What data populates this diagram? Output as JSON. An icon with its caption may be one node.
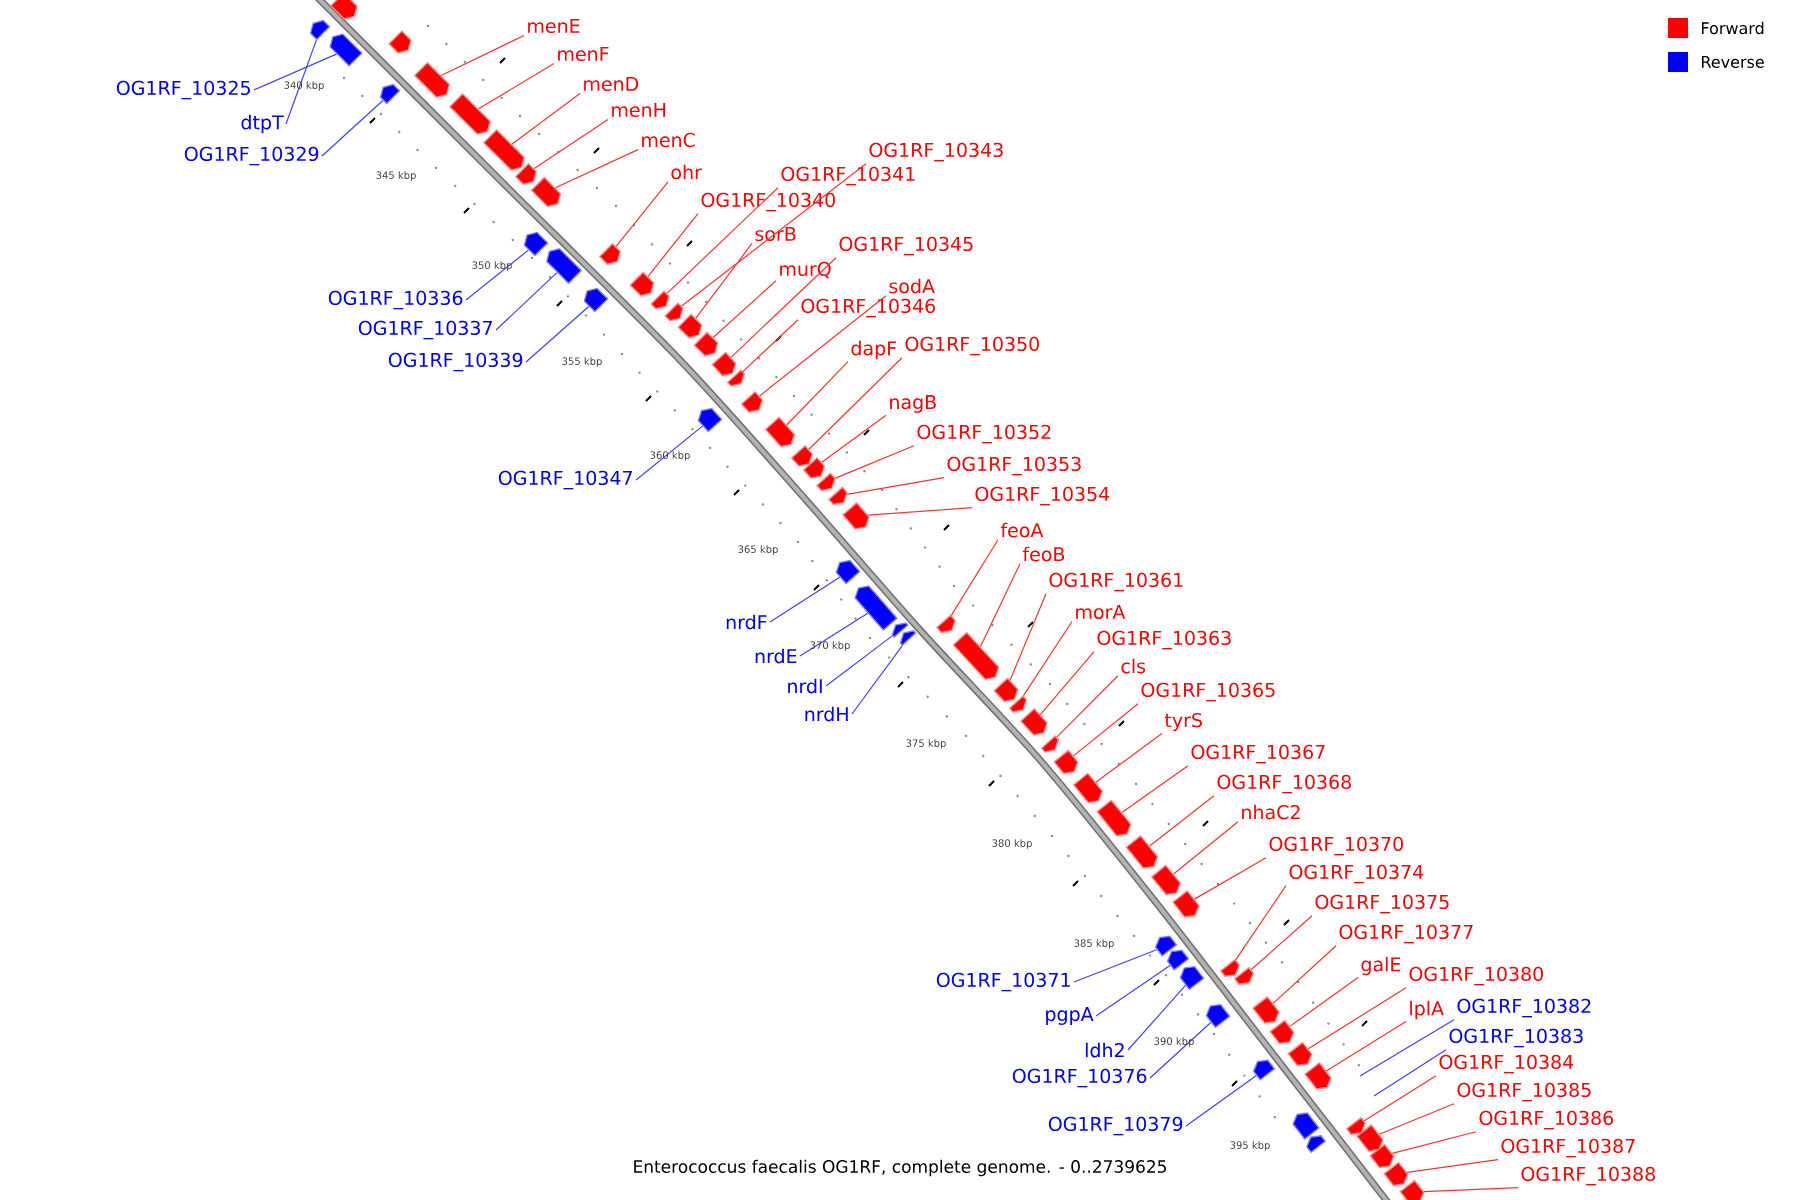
{
  "diagram": {
    "caption": "Enterococcus faecalis OG1RF, complete genome. - 0..2739625",
    "nodes": [
      {
        "text": [],
        "shape": "arrow"
      },
      {
        "text": [],
        "shape": "arrow"
      },
      {
        "text": [
          "OG1RF_10325"
        ]
      },
      {
        "text": [],
        "shape": "arrow"
      },
      {
        "text": [
          "dtpT"
        ]
      },
      {
        "text": [],
        "shape": "arrow"
      },
      {
        "text": [
          "menE"
        ]
      },
      {
        "text": [],
        "shape": "arrow"
      },
      {
        "text": [
          "OG1RF_10329"
        ]
      },
      {
        "text": [],
        "shape": "arrow"
      },
      {
        "text": [
          "menF"
        ]
      },
      {
        "text": [],
        "shape": "arrow"
      },
      {
        "text": [
          "menD"
        ]
      },
      {
        "text": [],
        "shape": "arrow"
      },
      {
        "text": [
          "menH"
        ]
      },
      {
        "text": [],
        "shape": "arrow"
      },
      {
        "text": [
          "menC"
        ]
      },
      {
        "text": [],
        "shape": "arrow"
      },
      {
        "text": [
          "OG1RF_10336"
        ]
      },
      {
        "text": [],
        "shape": "arrow"
      },
      {
        "text": [
          "ohr"
        ]
      },
      {
        "text": [],
        "shape": "arrow"
      },
      {
        "text": [
          "OG1RF_10337"
        ]
      },
      {
        "text": [],
        "shape": "arrow"
      },
      {
        "text": [
          "OG1RF_10340"
        ]
      },
      {
        "text": [],
        "shape": "arrow"
      },
      {
        "text": [
          "OG1RF_10341"
        ]
      },
      {
        "text": [],
        "shape": "arrow"
      },
      {
        "text": [
          "OG1RF_10339"
        ]
      },
      {
        "text": [],
        "shape": "arrow"
      },
      {
        "text": [
          "OG1RF_10343"
        ]
      },
      {
        "text": [],
        "shape": "arrow"
      },
      {
        "text": [
          "sorB"
        ]
      },
      {
        "text": [],
        "shape": "arrow"
      },
      {
        "text": [
          "murQ"
        ]
      },
      {
        "text": [],
        "shape": "arrow"
      },
      {
        "text": [
          "OG1RF_10345"
        ]
      },
      {
        "text": [],
        "shape": "arrow"
      },
      {
        "text": [
          "OG1RF_10346"
        ]
      },
      {
        "text": [],
        "shape": "arrow"
      },
      {
        "text": [
          "sodA"
        ]
      },
      {
        "text": [],
        "shape": "arrow"
      },
      {
        "text": [
          "OG1RF_10347"
        ]
      },
      {
        "text": [],
        "shape": "arrow"
      },
      {
        "text": [
          "dapF"
        ]
      },
      {
        "text": [],
        "shape": "arrow"
      },
      {
        "text": [
          "OG1RF_10350"
        ]
      },
      {
        "text": [],
        "shape": "arrow"
      },
      {
        "text": [
          "nagB"
        ]
      },
      {
        "text": [],
        "shape": "arrow"
      },
      {
        "text": [
          "OG1RF_10352"
        ]
      },
      {
        "text": [],
        "shape": "arrow"
      },
      {
        "text": [
          "OG1RF_10353"
        ]
      },
      {
        "text": [],
        "shape": "arrow"
      },
      {
        "text": [
          "OG1RF_10354"
        ]
      },
      {
        "text": [],
        "shape": "arrow"
      },
      {
        "text": [
          "nrdF"
        ]
      },
      {
        "text": [],
        "shape": "arrow"
      },
      {
        "text": [
          "nrdE"
        ]
      },
      {
        "text": [],
        "shape": "arrow"
      },
      {
        "text": [
          "nrdI"
        ]
      },
      {
        "text": [],
        "shape": "arrow"
      },
      {
        "text": [
          "nrdH"
        ]
      },
      {
        "text": [],
        "shape": "arrow"
      },
      {
        "text": [
          "feoA"
        ]
      },
      {
        "text": [],
        "shape": "arrow"
      },
      {
        "text": [
          "feoB"
        ]
      },
      {
        "text": [],
        "shape": "arrow"
      },
      {
        "text": [
          "OG1RF_10361"
        ]
      },
      {
        "text": [],
        "shape": "arrow"
      },
      {
        "text": [
          "morA"
        ]
      },
      {
        "text": [],
        "shape": "arrow"
      },
      {
        "text": [
          "OG1RF_10363"
        ]
      },
      {
        "text": [],
        "shape": "arrow"
      },
      {
        "text": [
          "cls"
        ]
      },
      {
        "text": [],
        "shape": "arrow"
      },
      {
        "text": [
          "OG1RF_10365"
        ]
      },
      {
        "text": [],
        "shape": "arrow"
      },
      {
        "text": [
          "tyrS"
        ]
      },
      {
        "text": [],
        "shape": "arrow"
      },
      {
        "text": [
          "OG1RF_10367"
        ]
      },
      {
        "text": [],
        "shape": "arrow"
      },
      {
        "text": [
          "OG1RF_10368"
        ]
      },
      {
        "text": [],
        "shape": "arrow"
      },
      {
        "text": [
          "nhaC2"
        ]
      },
      {
        "text": [],
        "shape": "arrow"
      },
      {
        "text": [
          "OG1RF_10370"
        ]
      },
      {
        "text": [],
        "shape": "arrow"
      },
      {
        "text": [
          "OG1RF_10371"
        ]
      },
      {
        "text": [],
        "shape": "arrow"
      },
      {
        "text": [
          "pgpA"
        ]
      },
      {
        "text": [],
        "shape": "arrow"
      },
      {
        "text": [
          "OG1RF_10374"
        ]
      },
      {
        "text": [],
        "shape": "arrow"
      },
      {
        "text": [
          "OG1RF_10375"
        ]
      },
      {
        "text": [],
        "shape": "arrow"
      },
      {
        "text": [
          "ldh2"
        ]
      },
      {
        "text": [],
        "shape": "arrow"
      },
      {
        "text": [
          "OG1RF_10377"
        ]
      },
      {
        "text": [],
        "shape": "arrow"
      },
      {
        "text": [
          "OG1RF_10376"
        ]
      },
      {
        "text": [],
        "shape": "arrow"
      },
      {
        "text": [
          "galE"
        ]
      },
      {
        "text": [],
        "shape": "arrow"
      },
      {
        "text": [
          "OG1RF_10380"
        ]
      },
      {
        "text": [],
        "shape": "arrow"
      },
      {
        "text": [
          "OG1RF_10379"
        ]
      },
      {
        "text": [],
        "shape": "arrow"
      },
      {
        "text": [
          "lplA"
        ]
      },
      {
        "text": [],
        "shape": "arrow"
      },
      {
        "text": [
          "OG1RF_10382"
        ]
      },
      {
        "text": [
          "OG1RF_10383"
        ]
      },
      {
        "text": [
          "OG1RF_10384"
        ]
      },
      {
        "text": [],
        "shape": "arrow"
      },
      {
        "text": [],
        "shape": "arrow"
      },
      {
        "text": [],
        "shape": "arrow"
      },
      {
        "text": [
          "OG1RF_10385"
        ]
      },
      {
        "text": [],
        "shape": "arrow"
      },
      {
        "text": [
          "OG1RF_10386"
        ]
      },
      {
        "text": [],
        "shape": "arrow"
      },
      {
        "text": [
          "OG1RF_10387"
        ]
      },
      {
        "text": [],
        "shape": "arrow"
      },
      {
        "text": [
          "OG1RF_10388"
        ]
      },
      {
        "text": [],
        "shape": "arrow"
      }
    ],
    "edges": [
      {
        "from": 2,
        "to": 3,
        "arrow": "none",
        "color": "#4040ff"
      },
      {
        "from": 4,
        "to": 5,
        "arrow": "none",
        "color": "#4040ff"
      },
      {
        "from": 6,
        "to": 7,
        "arrow": "none"
      },
      {
        "from": 8,
        "to": 9,
        "arrow": "none",
        "color": "#4040ff"
      },
      {
        "from": 10,
        "to": 11,
        "arrow": "none"
      },
      {
        "from": 12,
        "to": 13,
        "arrow": "none"
      },
      {
        "from": 14,
        "to": 15,
        "arrow": "none"
      },
      {
        "from": 16,
        "to": 17,
        "arrow": "none"
      },
      {
        "from": 18,
        "to": 19,
        "arrow": "none",
        "color": "#4040ff"
      },
      {
        "from": 20,
        "to": 21,
        "arrow": "none"
      },
      {
        "from": 22,
        "to": 23,
        "arrow": "none",
        "color": "#4040ff"
      },
      {
        "from": 24,
        "to": 25,
        "arrow": "none"
      },
      {
        "from": 26,
        "to": 27,
        "arrow": "none"
      },
      {
        "from": 28,
        "to": 29,
        "arrow": "none",
        "color": "#4040ff"
      },
      {
        "from": 30,
        "to": 31,
        "arrow": "none"
      },
      {
        "from": 32,
        "to": 33,
        "arrow": "none"
      },
      {
        "from": 34,
        "to": 35,
        "arrow": "none"
      },
      {
        "from": 36,
        "to": 37,
        "arrow": "none"
      },
      {
        "from": 38,
        "to": 39,
        "arrow": "none"
      },
      {
        "from": 40,
        "to": 41,
        "arrow": "none"
      },
      {
        "from": 42,
        "to": 43,
        "arrow": "none",
        "color": "#4040ff"
      },
      {
        "from": 44,
        "to": 45,
        "arrow": "none"
      },
      {
        "from": 46,
        "to": 47,
        "arrow": "none"
      },
      {
        "from": 48,
        "to": 49,
        "arrow": "none"
      },
      {
        "from": 50,
        "to": 51,
        "arrow": "none"
      },
      {
        "from": 52,
        "to": 53,
        "arrow": "none"
      },
      {
        "from": 54,
        "to": 55,
        "arrow": "none"
      },
      {
        "from": 56,
        "to": 57,
        "arrow": "none",
        "color": "#4040ff"
      },
      {
        "from": 58,
        "to": 59,
        "arrow": "none",
        "color": "#4040ff"
      },
      {
        "from": 60,
        "to": 61,
        "arrow": "none",
        "color": "#4040ff"
      },
      {
        "from": 62,
        "to": 63,
        "arrow": "none",
        "color": "#4040ff"
      },
      {
        "from": 64,
        "to": 65,
        "arrow": "none"
      },
      {
        "from": 66,
        "to": 67,
        "arrow": "none"
      },
      {
        "from": 68,
        "to": 69,
        "arrow": "none"
      },
      {
        "from": 70,
        "to": 71,
        "arrow": "none"
      },
      {
        "from": 72,
        "to": 73,
        "arrow": "none"
      },
      {
        "from": 74,
        "to": 75,
        "arrow": "none"
      },
      {
        "from": 76,
        "to": 77,
        "arrow": "none"
      },
      {
        "from": 78,
        "to": 79,
        "arrow": "none"
      },
      {
        "from": 80,
        "to": 81,
        "arrow": "none"
      },
      {
        "from": 82,
        "to": 83,
        "arrow": "none"
      },
      {
        "from": 84,
        "to": 85,
        "arrow": "none"
      },
      {
        "from": 86,
        "to": 87,
        "arrow": "none"
      },
      {
        "from": 88,
        "to": 89,
        "arrow": "none",
        "color": "#4040ff"
      },
      {
        "from": 90,
        "to": 91,
        "arrow": "none",
        "color": "#4040ff"
      },
      {
        "from": 92,
        "to": 93,
        "arrow": "none"
      },
      {
        "from": 94,
        "to": 95,
        "arrow": "none"
      },
      {
        "from": 96,
        "to": 97,
        "arrow": "none",
        "color": "#4040ff"
      },
      {
        "from": 98,
        "to": 99,
        "arrow": "none"
      },
      {
        "from": 100,
        "to": 101,
        "arrow": "none",
        "color": "#4040ff"
      },
      {
        "from": 102,
        "to": 103,
        "arrow": "none"
      },
      {
        "from": 104,
        "to": 105,
        "arrow": "none"
      },
      {
        "from": 106,
        "to": 107,
        "arrow": "none",
        "color": "#4040ff"
      },
      {
        "from": 108,
        "to": 109,
        "arrow": "none"
      },
      {
        "from": 110,
        "to": null,
        "arrow": "none",
        "color": "#4040ff"
      },
      {
        "from": 111,
        "to": null,
        "arrow": "none",
        "color": "#4040ff"
      },
      {
        "from": 112,
        "to": 113,
        "arrow": "none"
      },
      {
        "from": 116,
        "to": 117,
        "arrow": "none"
      },
      {
        "from": 118,
        "to": 119,
        "arrow": "none"
      },
      {
        "from": 120,
        "to": 121,
        "arrow": "none"
      },
      {
        "from": 122,
        "to": 123,
        "arrow": "none"
      }
    ],
    "labels": [
      "340 kbp",
      "345 kbp",
      "350 kbp",
      "355 kbp",
      "360 kbp",
      "365 kbp",
      "370 kbp",
      "375 kbp",
      "380 kbp",
      "385 kbp",
      "390 kbp",
      "395 kbp"
    ],
    "legend": [
      {
        "text": "Forward",
        "color": "#ff0000"
      },
      {
        "text": "Reverse",
        "color": "#0000ff"
      }
    ]
  }
}
